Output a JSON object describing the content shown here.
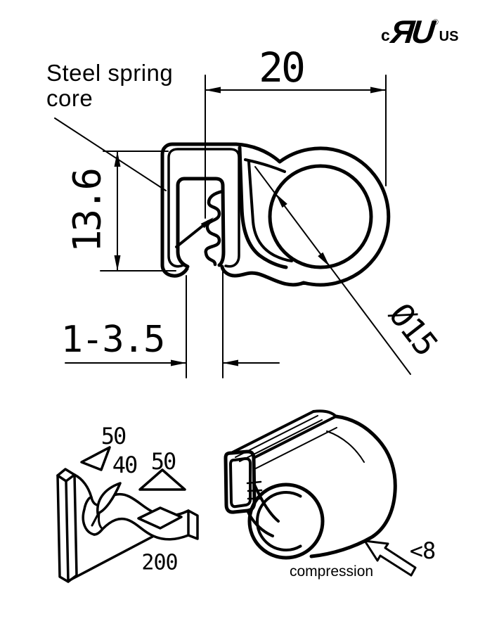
{
  "certification": {
    "country_prefix": "c",
    "monogram": "ЯU",
    "registered_symbol": "®",
    "country_suffix": "US"
  },
  "main_view": {
    "callout_label": "Steel spring core",
    "dim_overall_width": "20",
    "dim_overall_height": "13.6",
    "dim_grip_range": "1-3.5",
    "dim_bulb_diameter": "Ø15"
  },
  "bend_view": {
    "radius_inner_bend": "50",
    "radius_small_bend": "40",
    "radius_outer_bend": "50",
    "radius_lengthwise": "200"
  },
  "seal_view": {
    "caption": "compression",
    "compression_value": "<8"
  },
  "colors": {
    "ink": "#000000",
    "paper": "#ffffff"
  }
}
